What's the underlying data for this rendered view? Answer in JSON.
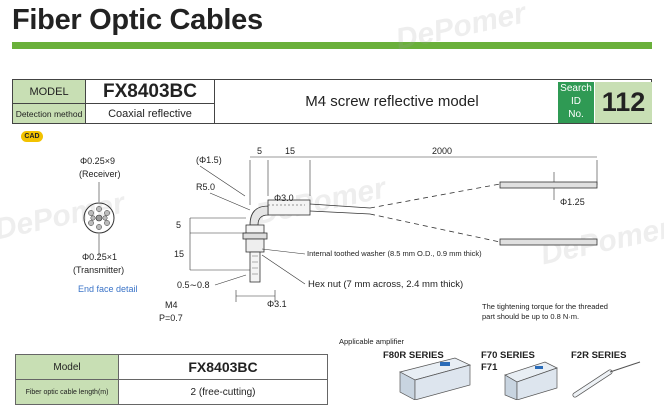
{
  "header": {
    "title": "Fiber Optic Cables",
    "accent_color": "#6ab03a"
  },
  "spec": {
    "model_label": "MODEL",
    "model_value": "FX8403BC",
    "detection_label": "Detection method",
    "detection_value": "Coaxial reflective",
    "description": "M4 screw reflective model",
    "search_label_1": "Search",
    "search_label_2": "ID",
    "search_label_3": "No.",
    "search_id": "112"
  },
  "cad_badge": "CAD",
  "end_face": {
    "receiver_dim": "Φ0.25×9",
    "receiver_label": "(Receiver)",
    "transmitter_dim": "Φ0.25×1",
    "transmitter_label": "(Transmitter)",
    "detail_link": "End face detail"
  },
  "dimensions": {
    "d_phi15": "(Φ1.5)",
    "d5_top": "5",
    "d15_top": "15",
    "d2000": "2000",
    "r50": "R5.0",
    "phi30": "Φ3.0",
    "phi125": "Φ1.25",
    "d5_side": "5",
    "d15_side": "15",
    "range": "0.5∼0.8",
    "m4": "M4",
    "pitch": "P=0.7",
    "phi31": "Φ3.1",
    "washer_note": "Internal toothed washer (8.5 mm O.D., 0.9 mm thick)",
    "hexnut_note": "Hex nut (7 mm across, 2.4 mm thick)",
    "torque_note_1": "The tightening torque for the threaded",
    "torque_note_2": "part should be up to 0.8 N·m."
  },
  "amplifier": {
    "heading": "Applicable amplifier",
    "series": [
      "F80R SERIES",
      "F70 SERIES",
      "F71",
      "F2R SERIES"
    ]
  },
  "bottom_table": {
    "model_label": "Model",
    "model_value": "FX8403BC",
    "length_label": "Fiber optic cable length(m)",
    "length_value": "2 (free-cutting)"
  },
  "watermark_text": "DePomer"
}
